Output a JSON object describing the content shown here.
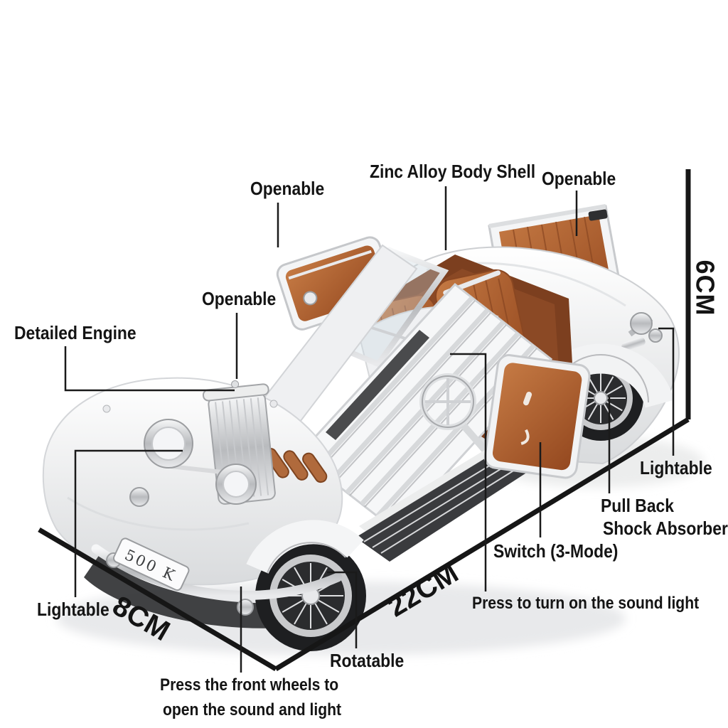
{
  "product": {
    "kind": "diecast-model-car-infographic",
    "plate_text": "500 K",
    "colors": {
      "body": "#f4f5f6",
      "leather": "#a9582c",
      "chrome": "#dfe1e3",
      "tire": "#1e1f21",
      "annotation": "#141414",
      "background": "#ffffff"
    }
  },
  "dimensions": {
    "height_label": "6CM",
    "width_label": "8CM",
    "length_label": "22CM"
  },
  "callouts": {
    "openable_left_door": "Openable",
    "zinc_alloy_body_shell": "Zinc Alloy Body Shell",
    "openable_trunk": "Openable",
    "openable_hood": "Openable",
    "detailed_engine": "Detailed Engine",
    "lightable_rear": "Lightable",
    "pull_back": "Pull Back",
    "shock_absorber": "Shock Absorber",
    "switch_mode": "Switch (3-Mode)",
    "press_sound_light": "Press to turn on the sound light",
    "lightable_front": "Lightable",
    "rotatable": "Rotatable",
    "press_front_wheels_line1": "Press the front wheels to",
    "press_front_wheels_line2": "open the sound and light"
  }
}
